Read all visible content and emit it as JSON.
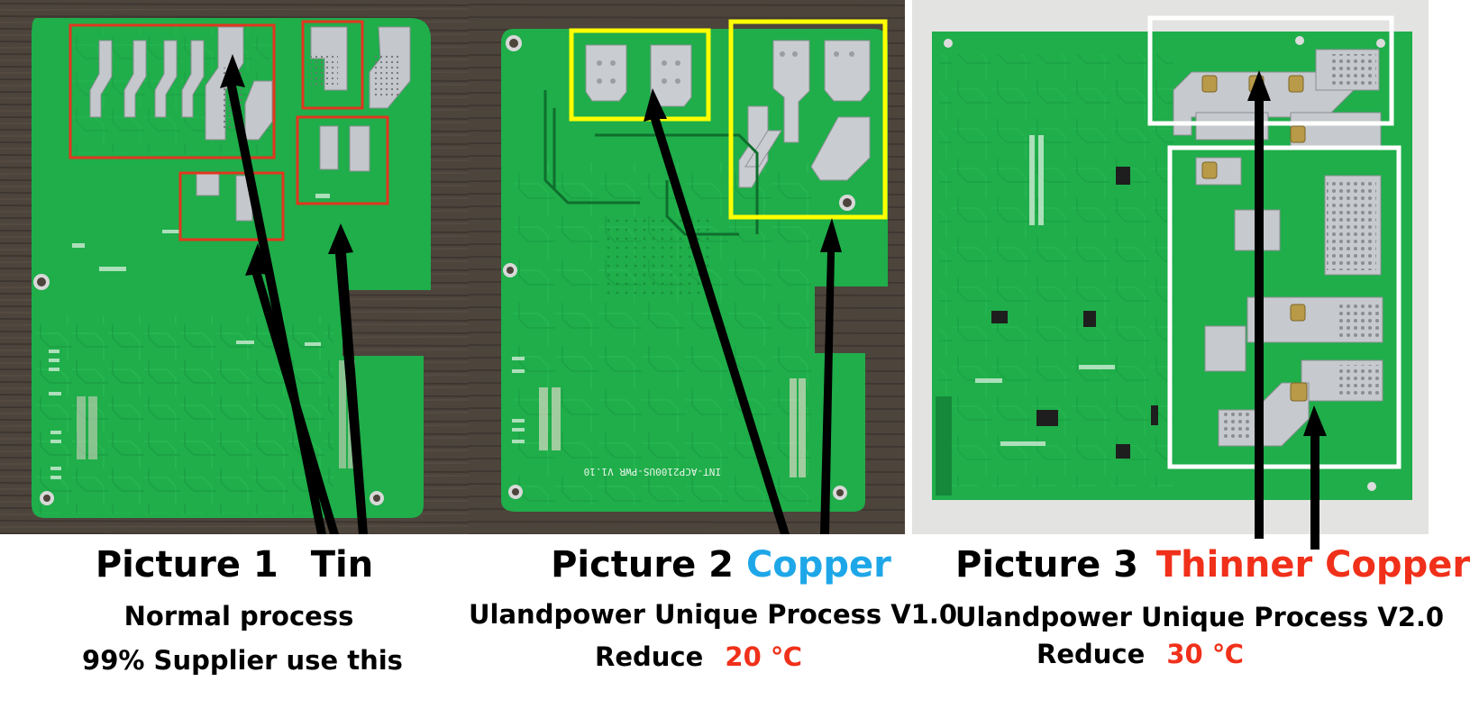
{
  "pictures": [
    {
      "title": "Picture 1",
      "highlight": "Tin",
      "highlight_color": "#000000",
      "lines": [
        "Normal process",
        "99% Supplier use this"
      ],
      "box_color": "#e2361f"
    },
    {
      "title": "Picture 2",
      "highlight": "Copper",
      "highlight_color": "#1ea7e8",
      "lines": [
        "Ulandpower Unique Process V1.0"
      ],
      "reduce_label": "Reduce",
      "reduce_value": "20 ℃",
      "board_text": "INT-ACP2100US-PWR V1.10",
      "box_color": "#ffff00"
    },
    {
      "title": "Picture 3",
      "highlight": "Thinner Copper",
      "highlight_color": "#f0301a",
      "lines": [
        "Ulandpower Unique Process V2.0"
      ],
      "reduce_label": "Reduce",
      "reduce_value": "30 ℃",
      "box_color": "#ffffff"
    }
  ],
  "colors": {
    "pcb": "#1fae4a",
    "pcb_dark": "#178c3a",
    "table": "#4a423b",
    "backdrop": "#e3e3e1",
    "solder": "#c9ccd0"
  }
}
